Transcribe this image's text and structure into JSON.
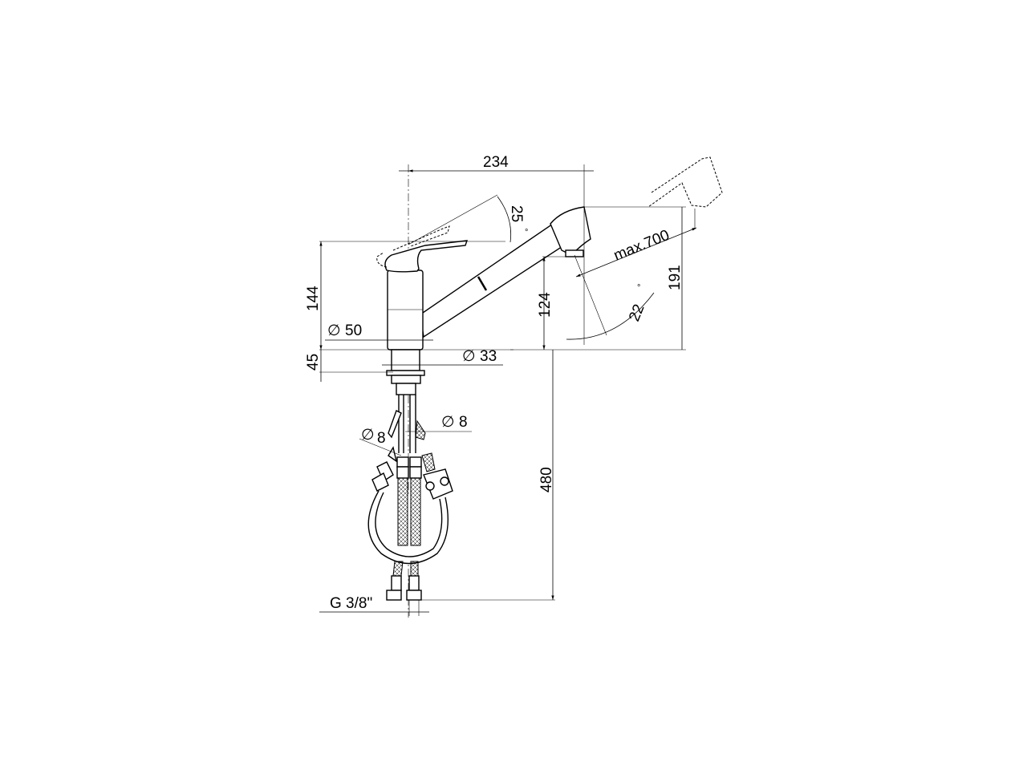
{
  "drawing": {
    "subject": "faucet",
    "dimensions": {
      "width_top": "234",
      "lever_angle": "25",
      "lever_angle_unit": "°",
      "pull_out": "max.700",
      "spout_height": "191",
      "spout_angle": "22",
      "spout_angle_unit": "°",
      "outlet_height": "124",
      "body_height": "144",
      "body_diameter": "50",
      "base_height": "45",
      "shank_diameter": "33",
      "hose_diameter_left": "8",
      "hose_diameter_right": "8",
      "hose_length": "480",
      "connection_thread": "G 3/8\""
    },
    "diameter_symbol": "∅"
  }
}
